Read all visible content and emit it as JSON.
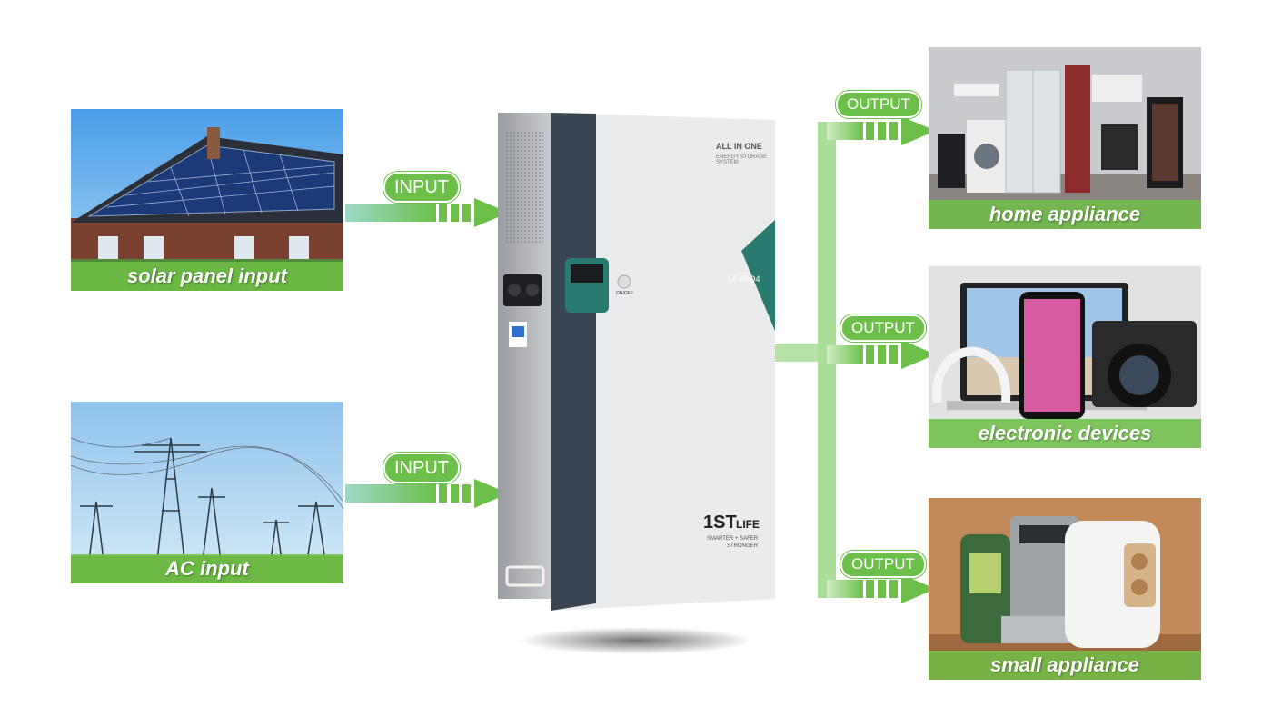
{
  "inputs": [
    {
      "label": "INPUT",
      "caption": "solar panel input",
      "icon": "solar-panel-photo"
    },
    {
      "label": "INPUT",
      "caption": "AC input",
      "icon": "power-line-photo"
    }
  ],
  "outputs": [
    {
      "label": "OUTPUT",
      "caption": "home appliance",
      "icon": "home-appliance-photo"
    },
    {
      "label": "OUTPUT",
      "caption": "electronic devices",
      "icon": "electronics-photo"
    },
    {
      "label": "OUTPUT",
      "caption": "small appliance",
      "icon": "small-appliance-photo"
    }
  ],
  "device": {
    "headline": "ALL IN ONE",
    "subline": "ENERGY STORAGE SYSTEM",
    "chemistry": "LiFePO4",
    "switch_label": "ON/OFF",
    "brand": "1ST",
    "brand_suffix": "LIFE",
    "slogan_1": "SMARTER + SAFER",
    "slogan_2": "STRONGER"
  },
  "colors": {
    "accent_green": "#6cc04a",
    "device_teal": "#2a7b6f",
    "device_slate": "#3a4552"
  }
}
